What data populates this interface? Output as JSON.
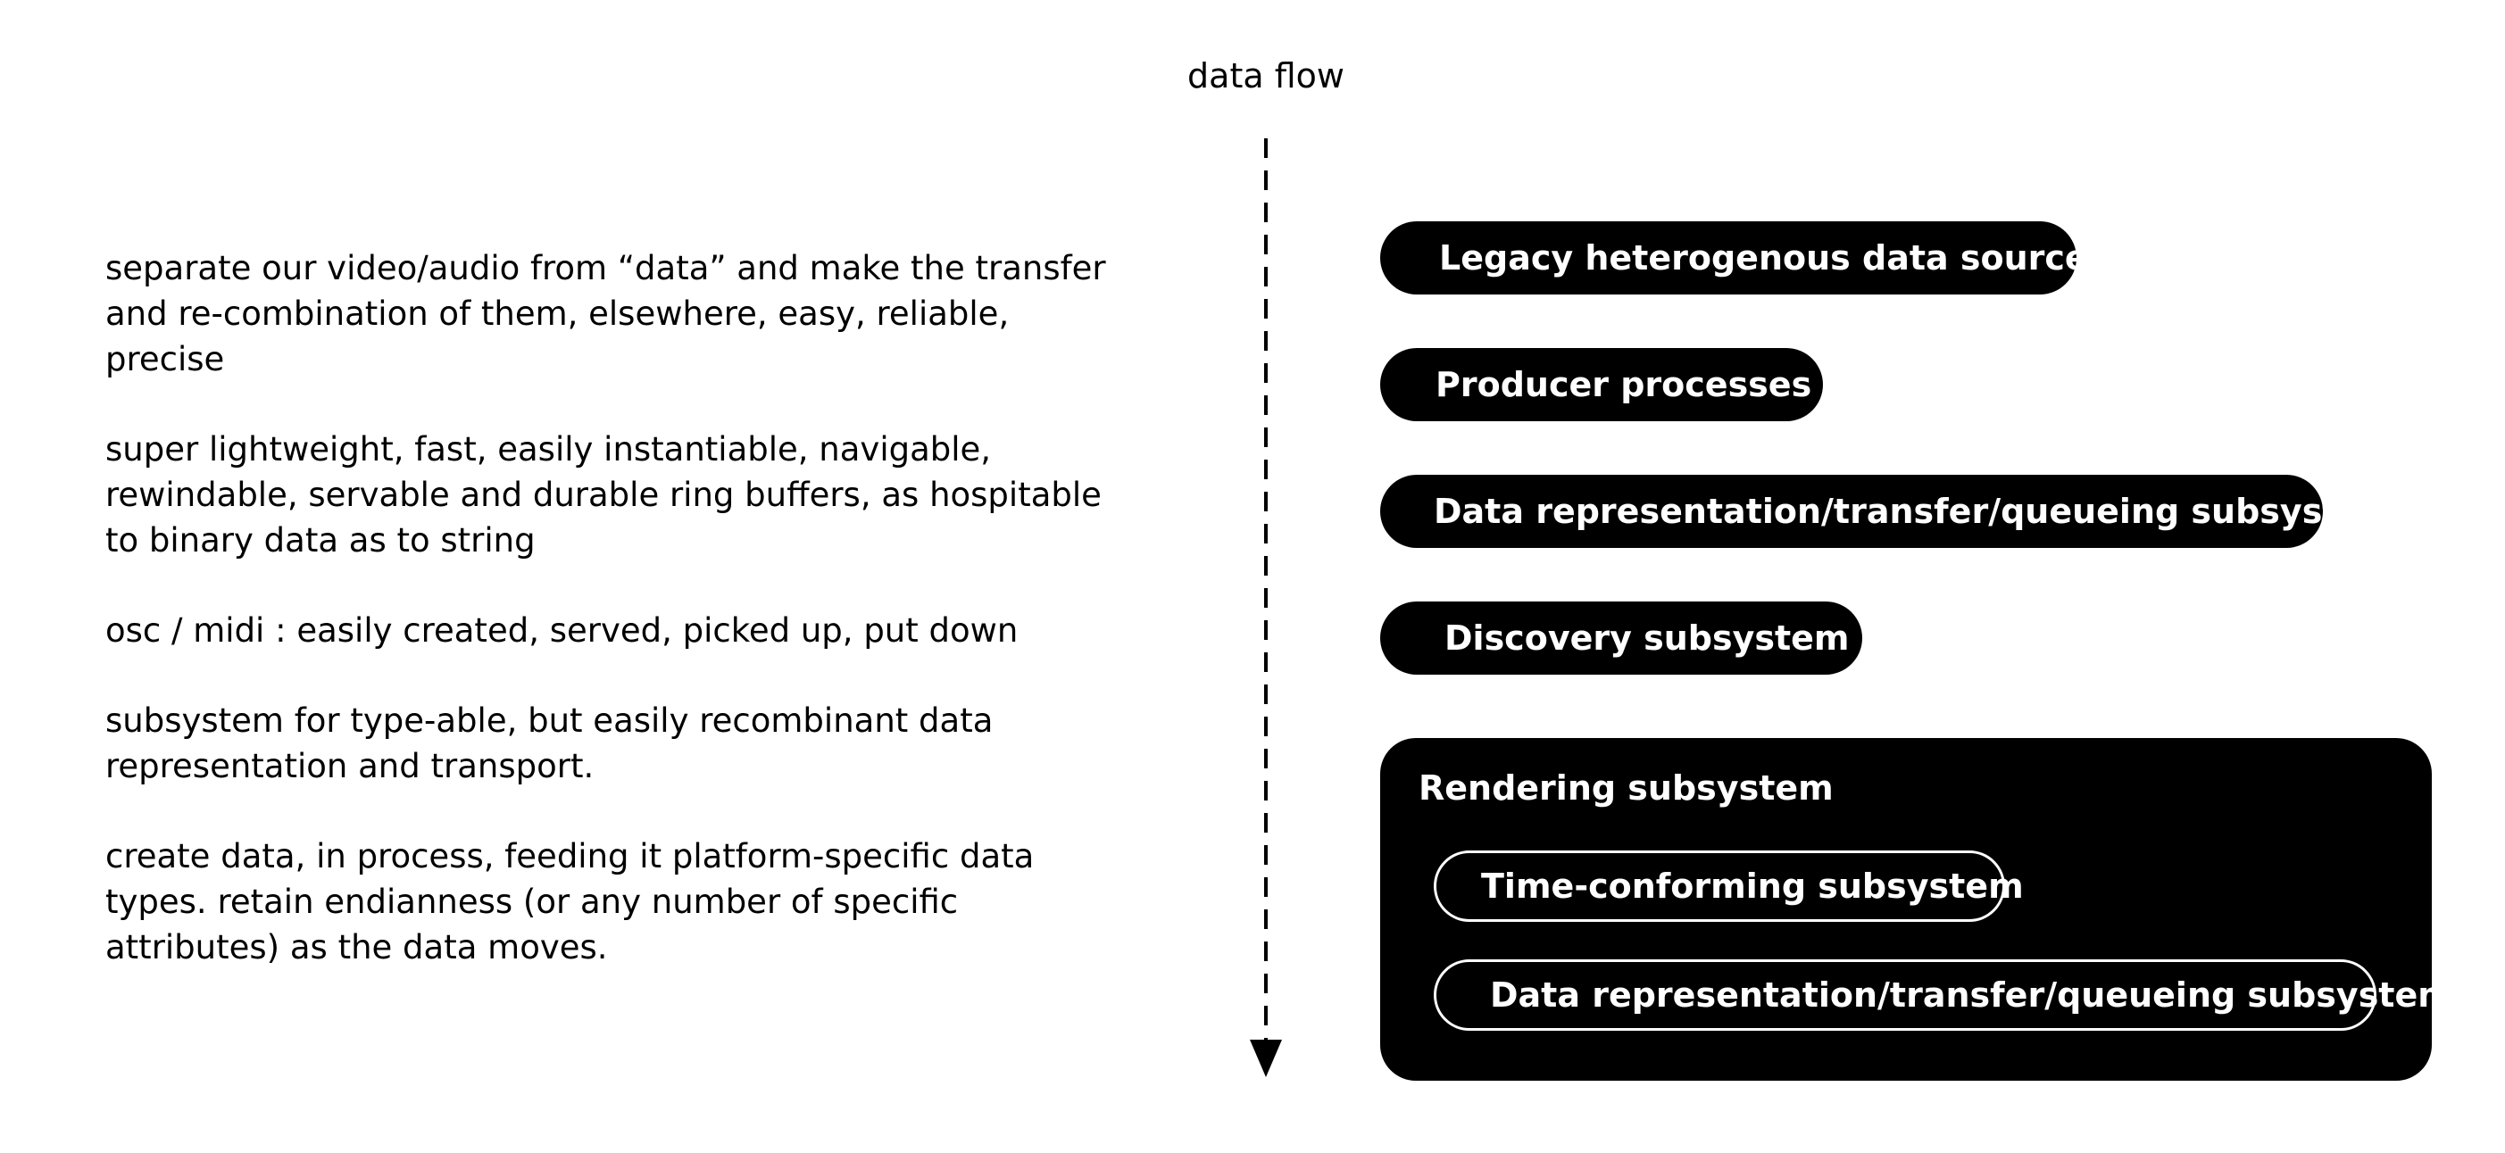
{
  "flow": {
    "label": "data flow"
  },
  "notes": [
    "separate our video/audio from “data” and make the transfer\nand re-combination of them, elsewhere, easy, reliable,\nprecise",
    "super lightweight, fast, easily instantiable, navigable,\nrewindable, servable and durable ring buffers, as hospitable\nto binary data as to string",
    "osc / midi : easily created, served, picked up, put down",
    "subsystem for type-able, but easily recombinant data\nrepresentation and transport.",
    "create data, in process, feeding it platform-specific data\ntypes. retain endianness (or any number of specific\nattributes) as the data moves."
  ],
  "layers": [
    "Legacy heterogenous data sources",
    "Producer processes",
    "Data representation/transfer/queueing subsystem",
    "Discovery subsystem"
  ],
  "rendering": {
    "title": "Rendering subsystem",
    "components": [
      "Time-conforming subsystem",
      "Data representation/transfer/queueing subsystem"
    ]
  }
}
